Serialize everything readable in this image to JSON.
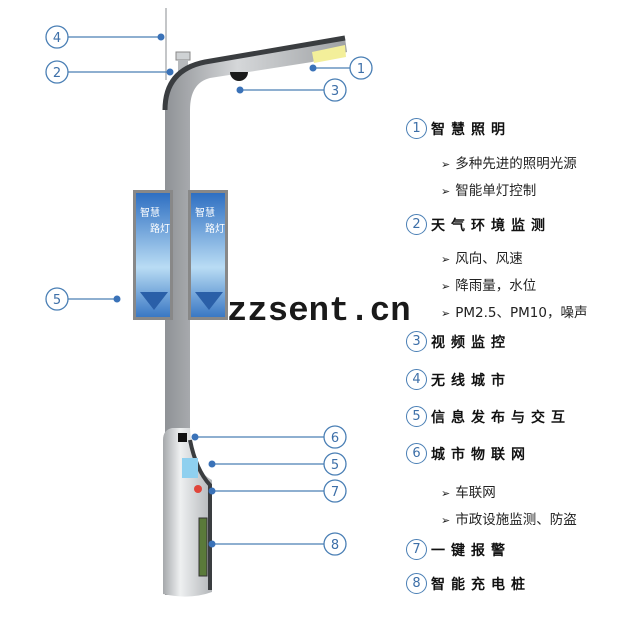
{
  "watermark": "zzsent.cn",
  "colors": {
    "callout": "#4a7fb5",
    "pole": "#b9bcbf",
    "pole_dark": "#3a3d40",
    "lamp": "#f3ef9a"
  },
  "callouts_left": [
    {
      "num": "4",
      "target": "antenna-mast"
    },
    {
      "num": "2",
      "target": "weather-sensor"
    },
    {
      "num": "5",
      "target": "led-billboard"
    }
  ],
  "callouts_right": [
    {
      "num": "1",
      "target": "lamp-head"
    },
    {
      "num": "3",
      "target": "camera"
    },
    {
      "num": "6",
      "target": "iot-module"
    },
    {
      "num": "5",
      "target": "interactive-screen"
    },
    {
      "num": "7",
      "target": "alarm-button"
    },
    {
      "num": "8",
      "target": "charging-pile"
    }
  ],
  "billboard_text": [
    "智慧",
    "路灯"
  ],
  "legend": [
    {
      "num": "1",
      "title": "智慧照明",
      "items": [
        "多种先进的照明光源",
        "智能单灯控制"
      ]
    },
    {
      "num": "2",
      "title": "天气环境监测",
      "items": [
        "风向、风速",
        "降雨量，水位",
        "PM2.5、PM10，噪声"
      ]
    },
    {
      "num": "3",
      "title": "视频监控",
      "items": []
    },
    {
      "num": "4",
      "title": "无线城市",
      "items": []
    },
    {
      "num": "5",
      "title": "信息发布与交互",
      "items": []
    },
    {
      "num": "6",
      "title": "城市物联网",
      "items": [
        "车联网",
        "市政设施监测、防盗"
      ]
    },
    {
      "num": "7",
      "title": "一键报警",
      "items": []
    },
    {
      "num": "8",
      "title": "智能充电桩",
      "items": []
    }
  ],
  "bullet_icon": "arrowhead-bullet"
}
